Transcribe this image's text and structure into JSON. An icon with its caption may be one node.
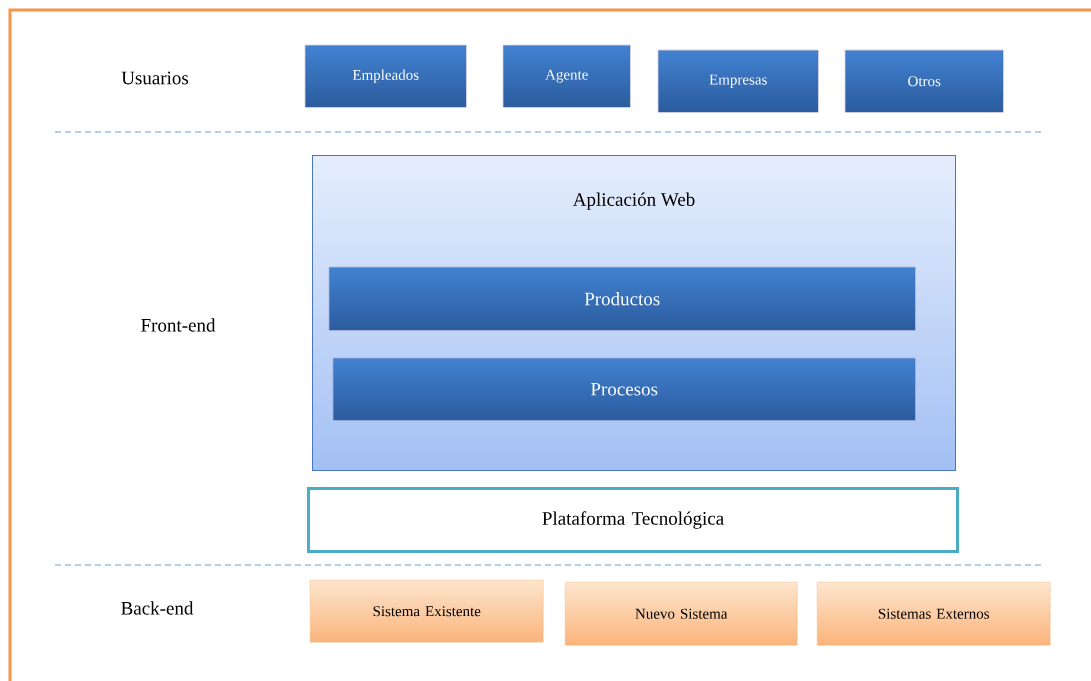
{
  "diagram": {
    "nodes": [
      {
        "text": [
          "Empleados"
        ]
      },
      {
        "text": [
          "Agente"
        ]
      },
      {
        "text": [
          "Empresas"
        ]
      },
      {
        "text": [
          "Otros"
        ]
      },
      {
        "text": [
          "Aplicación Web"
        ]
      },
      {
        "text": [
          "Productos"
        ],
        "in": 4
      },
      {
        "text": [
          "Procesos"
        ],
        "in": 4
      },
      {
        "text": [
          "Plataforma Tecnológica"
        ]
      },
      {
        "text": [
          "Sistema Existente"
        ]
      },
      {
        "text": [
          "Nuevo Sistema"
        ]
      },
      {
        "text": [
          "Sistemas Externos"
        ]
      }
    ],
    "labels": [
      "Usuarios",
      "Front-end",
      "Back-end"
    ]
  }
}
